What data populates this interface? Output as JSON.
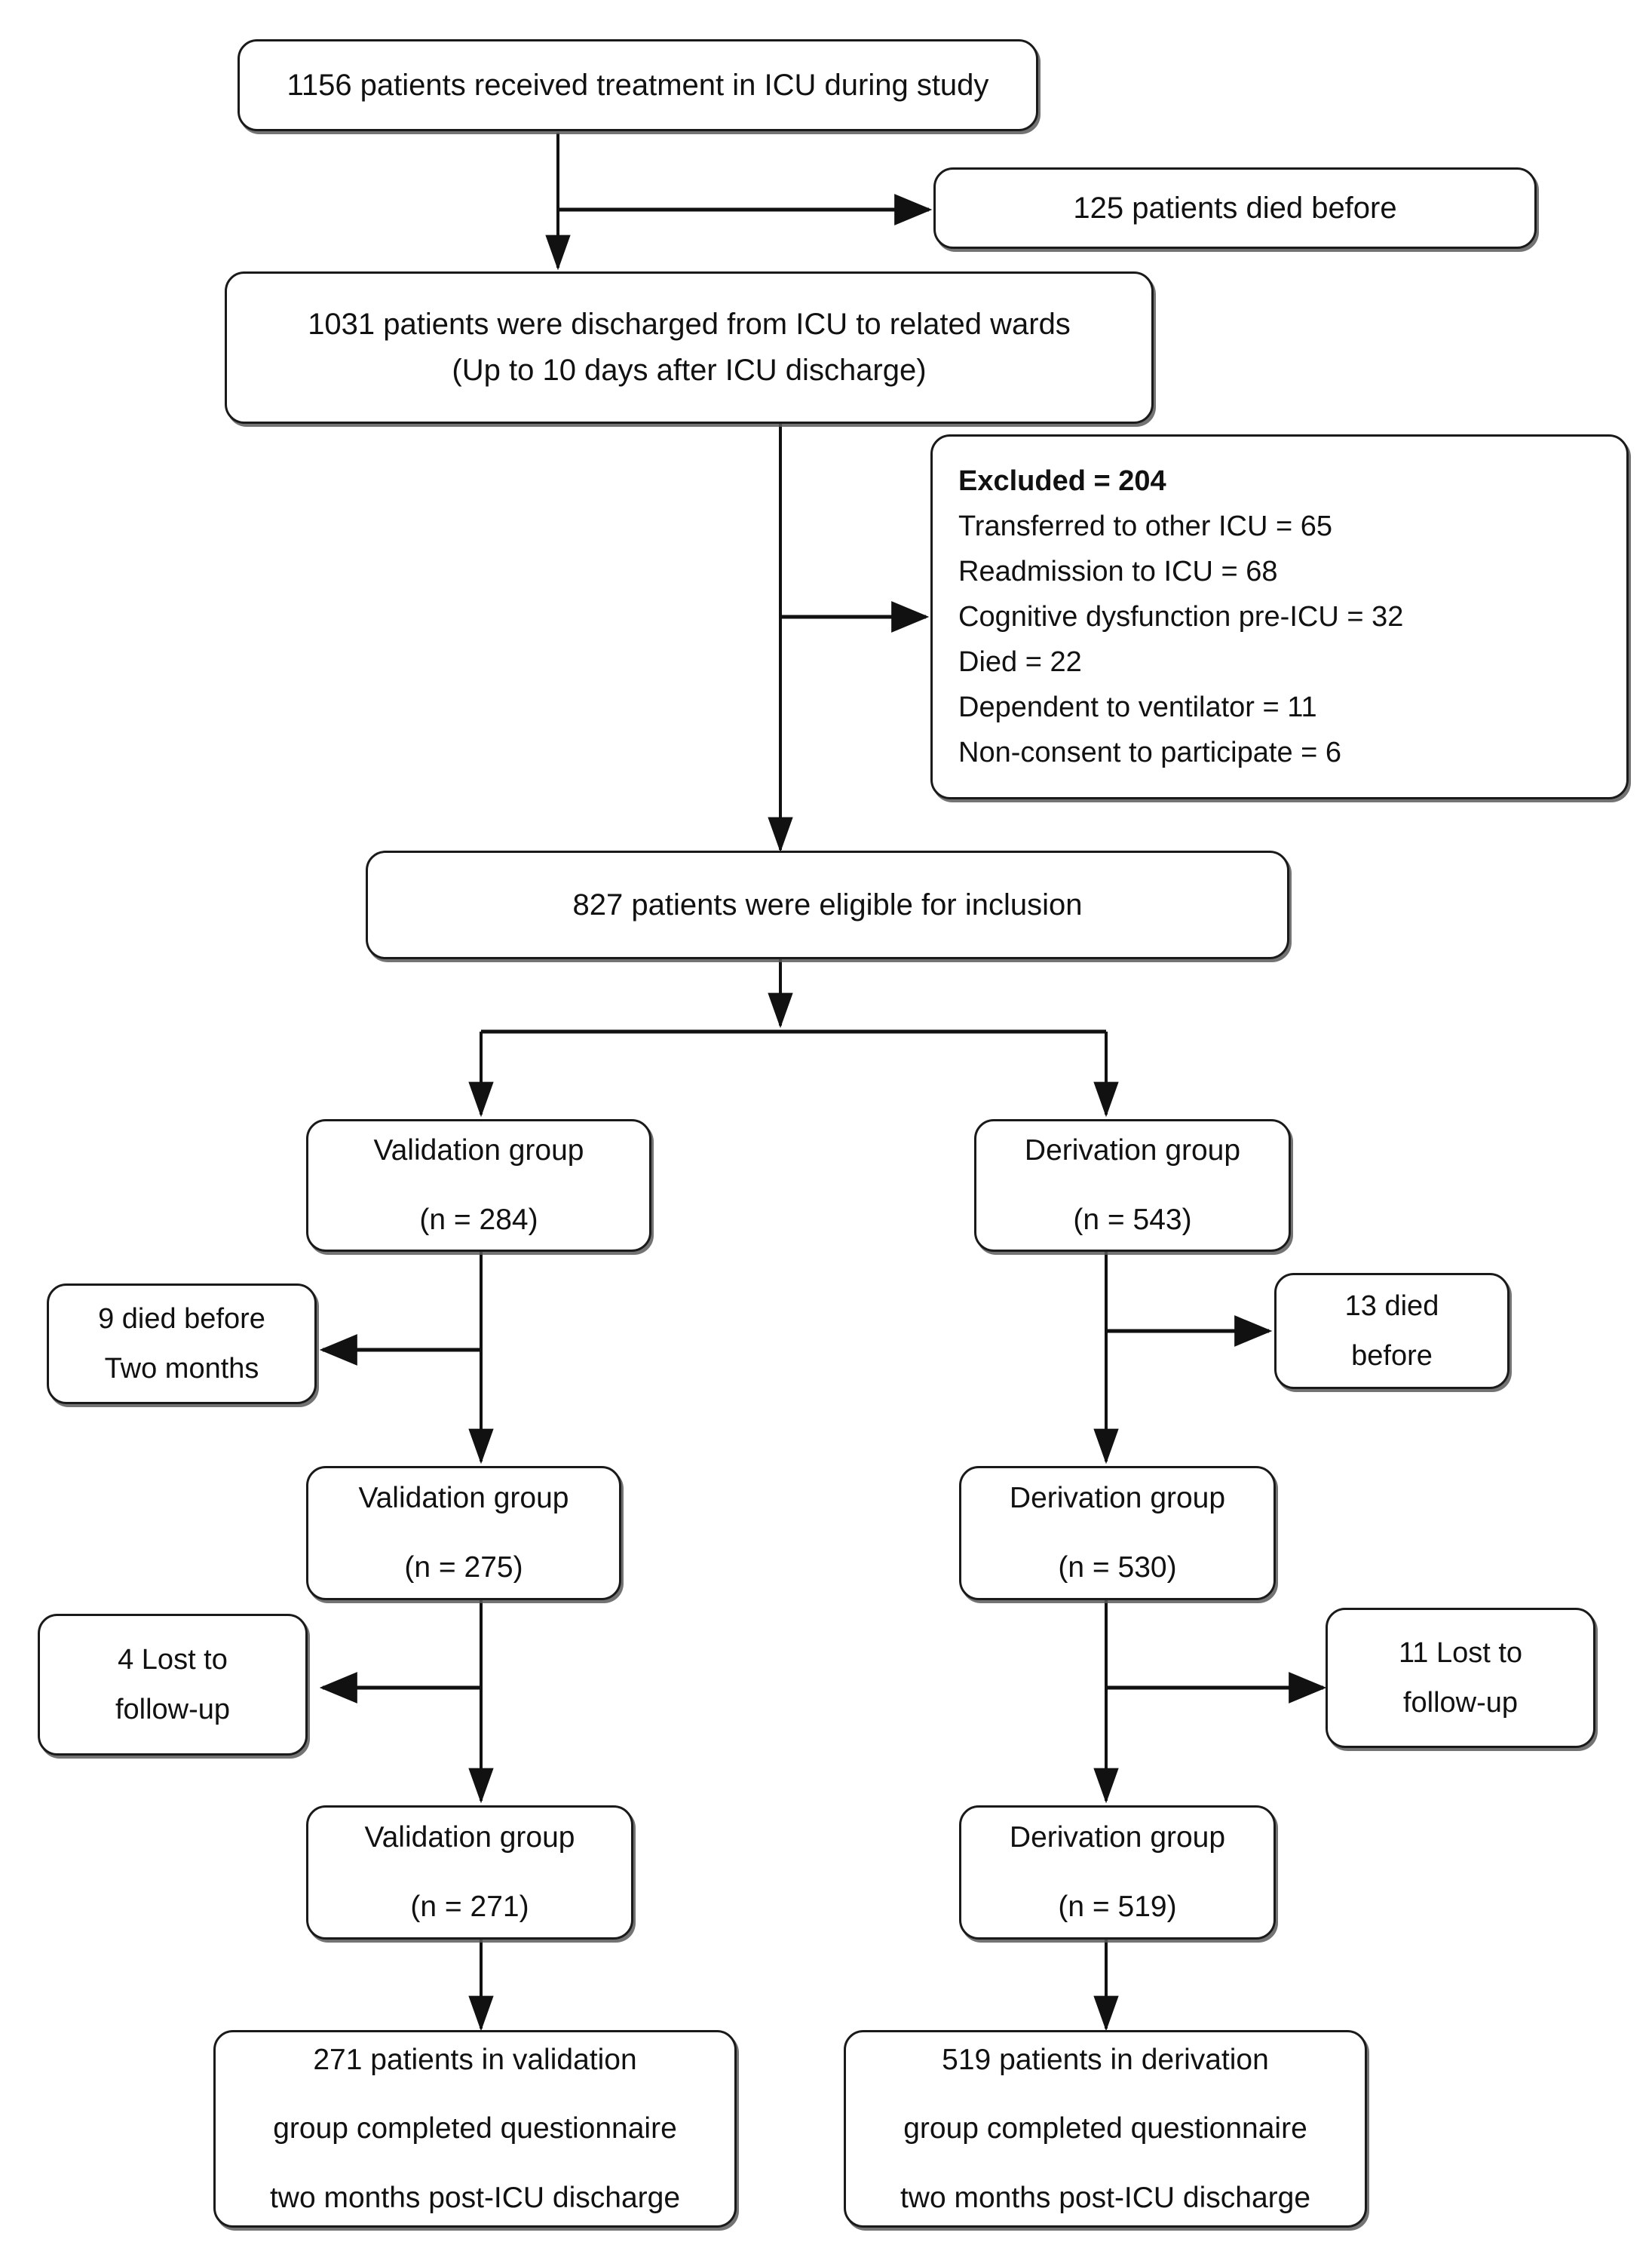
{
  "diagram": {
    "title": "CONSORT-style patient flow diagram",
    "stroke_color": "#1a1a1a",
    "shadow_color": "#5a5a5a",
    "background": "#ffffff",
    "nodes": {
      "received_treatment": {
        "lines": [
          "1156 patients received treatment in ICU during study"
        ]
      },
      "died_before_125": {
        "lines": [
          "125 patients died before"
        ]
      },
      "discharged_1031": {
        "lines": [
          "1031 patients were discharged from ICU to related wards",
          "(Up to 10 days after ICU discharge)"
        ]
      },
      "excluded": {
        "lines": [
          "Excluded = 204",
          "Transferred to other ICU = 65",
          "Readmission to ICU = 68",
          "Cognitive dysfunction pre-ICU = 32",
          "Died = 22",
          "Dependent to ventilator = 11",
          "Non-consent to participate = 6"
        ]
      },
      "eligible_827": {
        "lines": [
          "827 patients were eligible for inclusion"
        ]
      },
      "validation_284": {
        "lines": [
          "Validation group",
          "(n = 284)"
        ]
      },
      "derivation_543": {
        "lines": [
          "Derivation group",
          "(n = 543)"
        ]
      },
      "died_9": {
        "lines": [
          "9 died before",
          "Two months"
        ]
      },
      "died_13": {
        "lines": [
          "13 died",
          "before"
        ]
      },
      "validation_275": {
        "lines": [
          "Validation group",
          "(n = 275)"
        ]
      },
      "derivation_530": {
        "lines": [
          "Derivation group",
          "(n = 530)"
        ]
      },
      "lost_4": {
        "lines": [
          "4 Lost to",
          "follow-up"
        ]
      },
      "lost_11": {
        "lines": [
          "11 Lost to",
          "follow-up"
        ]
      },
      "validation_271": {
        "lines": [
          "Validation group",
          "(n = 271)"
        ]
      },
      "derivation_519": {
        "lines": [
          "Derivation group",
          "(n = 519)"
        ]
      },
      "final_validation": {
        "lines": [
          "271 patients in validation",
          "group completed questionnaire",
          "two months post-ICU discharge"
        ]
      },
      "final_derivation": {
        "lines": [
          "519 patients in derivation",
          "group completed questionnaire",
          "two months post-ICU discharge"
        ]
      }
    }
  }
}
